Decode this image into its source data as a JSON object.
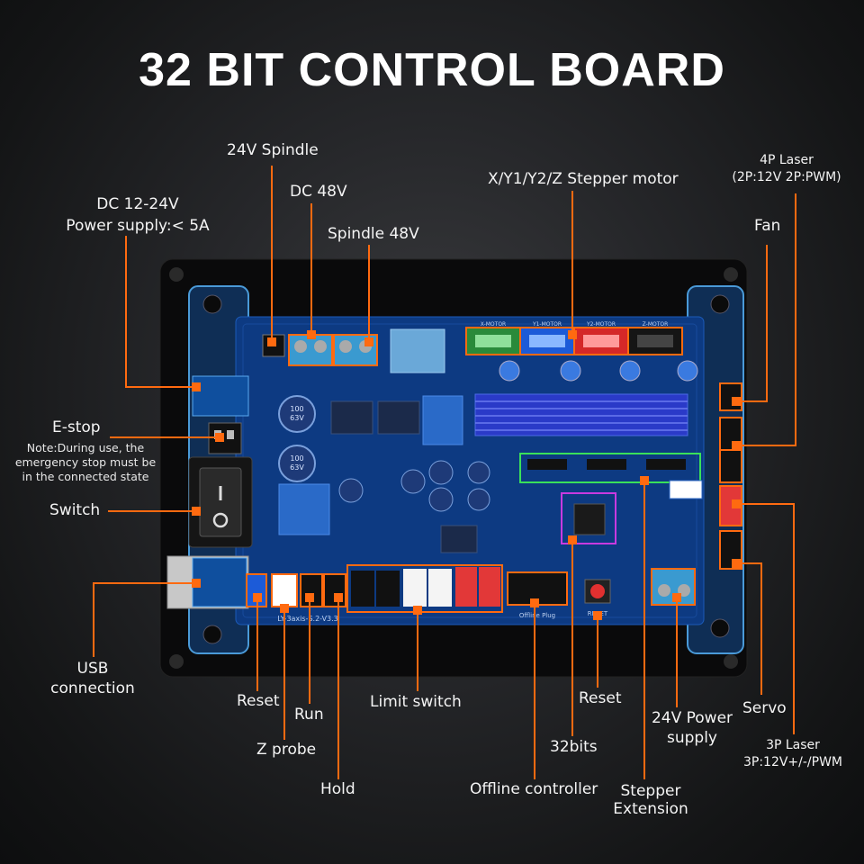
{
  "title": "32 BIT CONTROL BOARD",
  "callouts": {
    "spindle24": "24V Spindle",
    "dc48": "DC 48V",
    "spindle48": "Spindle 48V",
    "dc_supply_line1": "DC 12-24V",
    "dc_supply_line2": "Power supply:< 5A",
    "stepper_motor": "X/Y1/Y2/Z Stepper motor",
    "laser4p_line1": "4P Laser",
    "laser4p_line2": "(2P:12V 2P:PWM)",
    "fan": "Fan",
    "estop": "E-stop",
    "estop_note_line1": "Note:During use, the",
    "estop_note_line2": "emergency stop must be",
    "estop_note_line3": "in the connected state",
    "switch": "Switch",
    "usb_line1": "USB",
    "usb_line2": "connection",
    "reset_left": "Reset",
    "run": "Run",
    "zprobe": "Z probe",
    "hold": "Hold",
    "limit_switch": "Limit switch",
    "offline": "Offline controller",
    "reset_right": "Reset",
    "bits32": "32bits",
    "stepper_ext_line1": "Stepper",
    "stepper_ext_line2": "Extension",
    "power24_line1": "24V Power",
    "power24_line2": "supply",
    "servo": "Servo",
    "laser3p_line1": "3P Laser",
    "laser3p_line2": "3P:12V+/-/PWM"
  },
  "board_marks": {
    "cap_line1": "100",
    "cap_line2": "63V",
    "model": "LY-3axis-S.2-V3.3",
    "offline_plug": "Offline Plug",
    "reset_silk": "RESET",
    "motor_x": "X-MOTOR",
    "motor_y1": "Y1-MOTOR",
    "motor_y2": "Y2-MOTOR",
    "motor_z": "Z-MOTOR"
  },
  "colors": {
    "accent_line": "#ff6a10",
    "pcb": "#0d3a82",
    "title": "#ffffff",
    "acrylic": "#4a9ad8"
  }
}
